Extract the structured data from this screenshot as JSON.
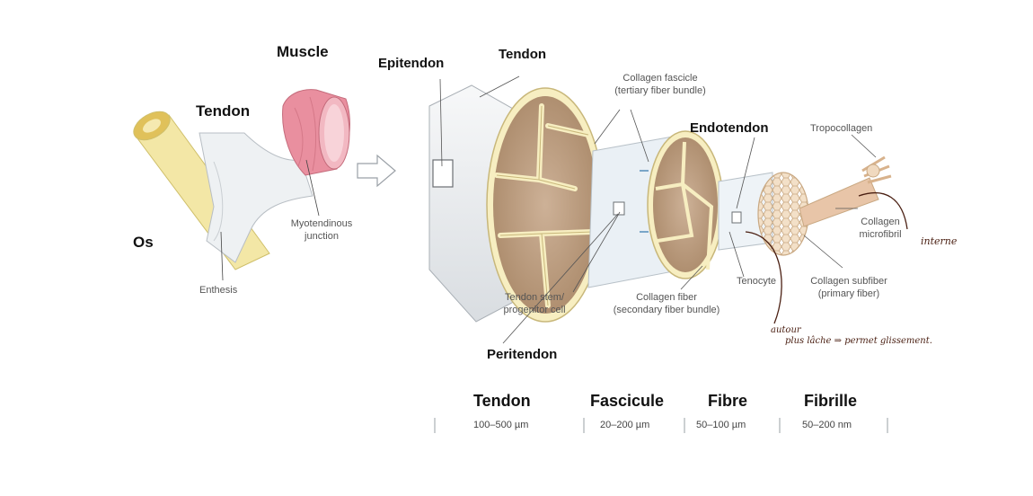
{
  "labels": {
    "muscle": "Muscle",
    "tendon_left": "Tendon",
    "os": "Os",
    "enthesis": "Enthesis",
    "myotendinous_1": "Myotendinous",
    "myotendinous_2": "junction",
    "epitendon": "Epitendon",
    "tendon_top": "Tendon",
    "fascicle_1": "Collagen fascicle",
    "fascicle_2": "(tertiary fiber bundle)",
    "endotendon": "Endotendon",
    "tropocollagen": "Tropocollagen",
    "microfibril_1": "Collagen",
    "microfibril_2": "microfibril",
    "tenocyte": "Tenocyte",
    "subfiber_1": "Collagen subfiber",
    "subfiber_2": "(primary fiber)",
    "stem_1": "Tendon stem/",
    "stem_2": "progenitor cell",
    "fiber_1": "Collagen fiber",
    "fiber_2": "(secondary fiber bundle)",
    "peritendon": "Peritendon"
  },
  "handwritten": {
    "interne": "interne",
    "autour": "autour",
    "note": "plus lâche ⇒ permet glissement."
  },
  "scale": {
    "headers": [
      "Tendon",
      "Fascicule",
      "Fibre",
      "Fibrille"
    ],
    "sizes": [
      "100–500 µm",
      "20–200 µm",
      "50–100 µm",
      "50–200 nm"
    ]
  },
  "colors": {
    "bone": "#f3e7a6",
    "tendon_white": "#eef1f3",
    "muscle_pink": "#e98f9f",
    "fascicle_brown": "#c4a68a",
    "ink": "#4a1f12"
  }
}
